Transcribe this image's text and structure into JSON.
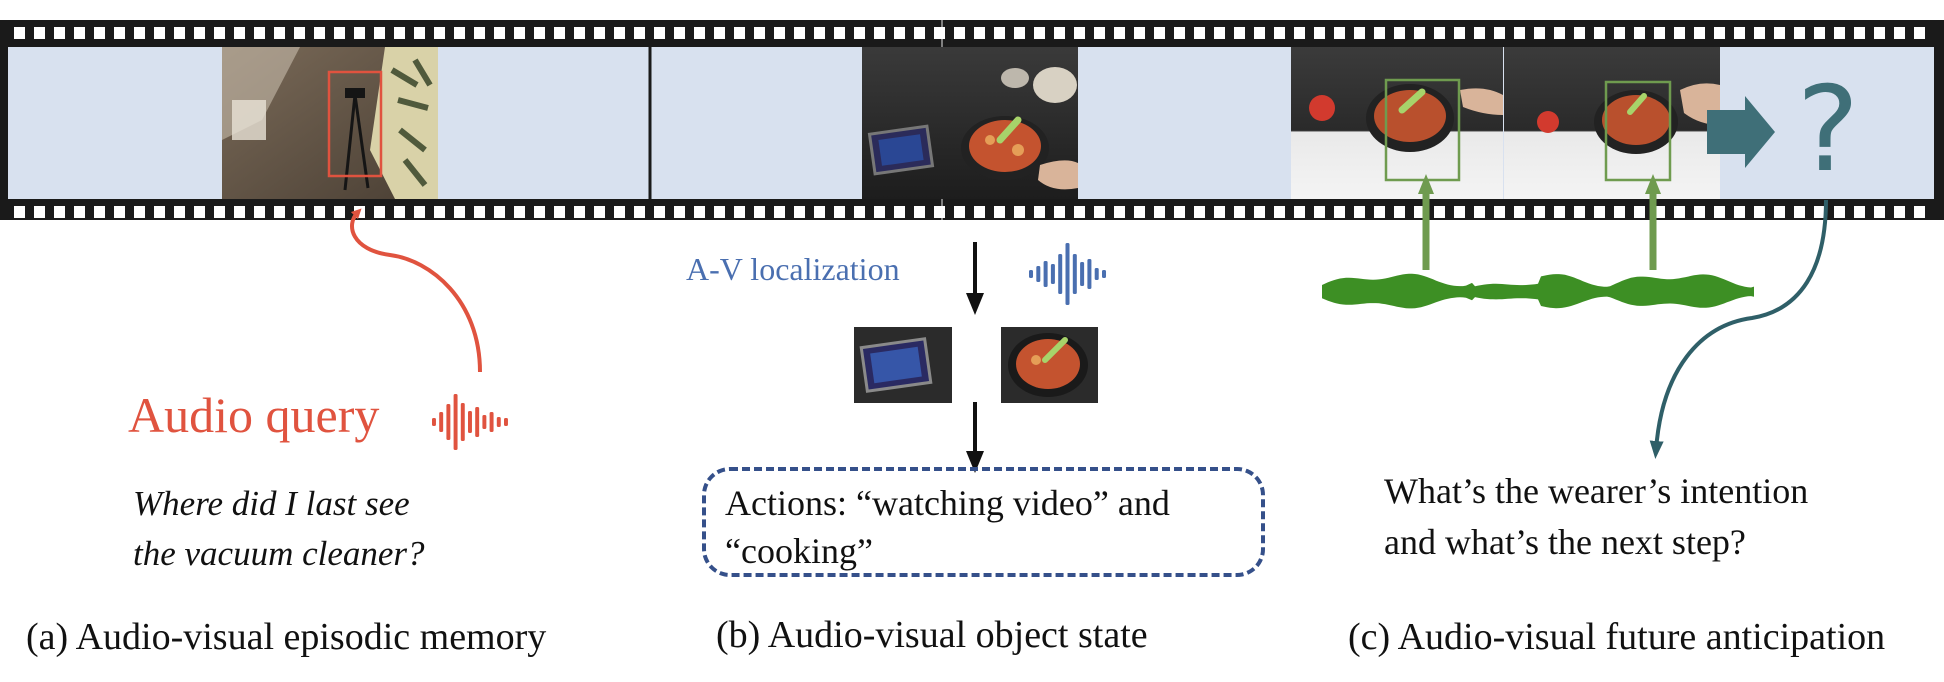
{
  "colors": {
    "film_border": "#1a1a1a",
    "film_panel": "#d8e1ef",
    "query_red": "#e0533f",
    "localization_blue": "#4a6fb0",
    "arrow_black": "#111111",
    "dash_blue": "#35508a",
    "audio_green": "#3d8f24",
    "box_green": "#6f9b4f",
    "question_teal": "#2f5f68"
  },
  "panel_a": {
    "query_label": "Audio query",
    "question_line1": "Where did I last see",
    "question_line2": "the vacuum cleaner?",
    "caption": "(a) Audio-visual episodic memory",
    "icons": [
      "vacuum-cleaner-frame",
      "waveform-icon-red"
    ]
  },
  "panel_b": {
    "localization_label": "A-V localization",
    "actions_line1": "Actions: “watching video” and",
    "actions_line2": "“cooking”",
    "caption": "(b) Audio-visual object state",
    "icons": [
      "kitchen-frame",
      "waveform-icon-blue",
      "tablet-thumbnail",
      "pan-thumbnail"
    ]
  },
  "panel_c": {
    "question_mark": "?",
    "question_line1": "What’s the wearer’s intention",
    "question_line2": "and what’s the next step?",
    "caption": "(c) Audio-visual future anticipation",
    "icons": [
      "cooking-frame-1",
      "cooking-frame-2",
      "next-arrow-icon",
      "audio-waveform-green"
    ]
  }
}
